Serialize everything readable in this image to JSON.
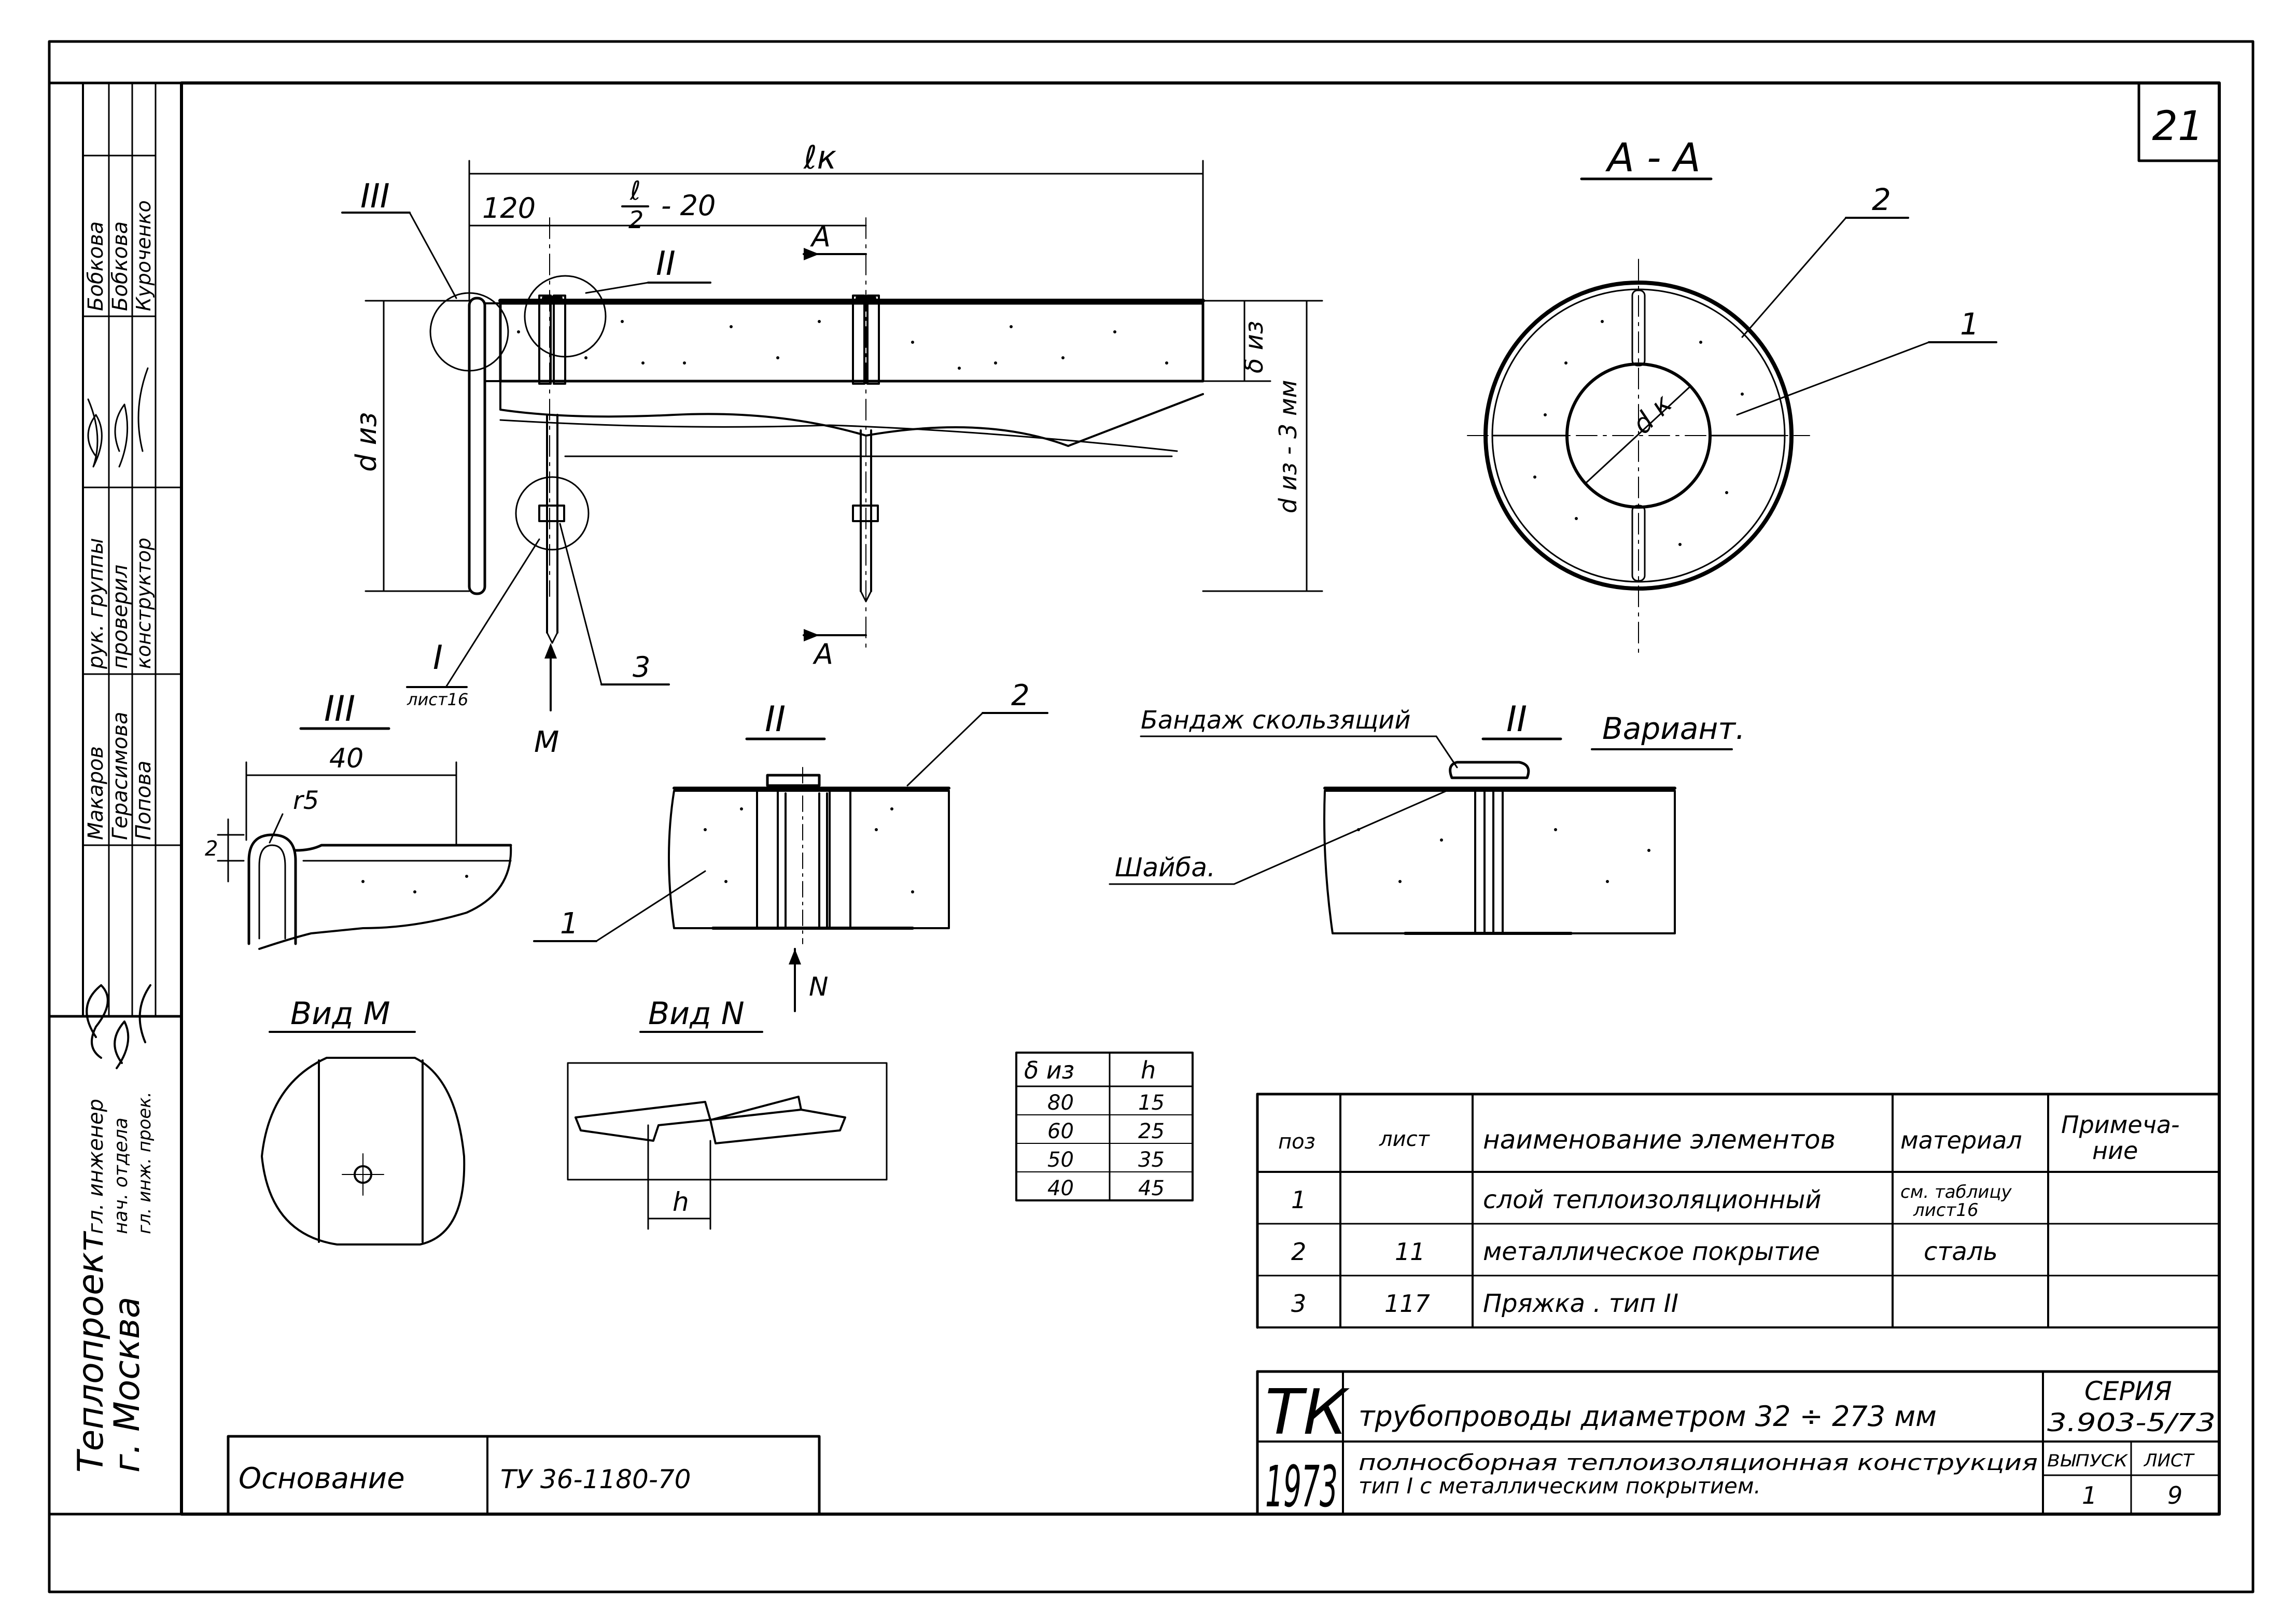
{
  "page_number": "21",
  "main_view": {
    "dim_total": "ℓк",
    "dim_120": "120",
    "dim_half_num": "ℓ",
    "dim_half_den": "2",
    "dim_half_tail": "- 20",
    "section_mark": "A",
    "dim_diz": "d из",
    "dim_delta": "δ из",
    "dim_diz3": "d из - 3 мм",
    "callout_III": "III",
    "callout_II": "II",
    "callout_I": "I",
    "callout_I_note": "лист16",
    "callout_3": "3",
    "view_arrow_M": "М"
  },
  "section_AA": {
    "title": "А - А",
    "pos1": "1",
    "pos2": "2",
    "dk": "d к"
  },
  "detail_III": {
    "title": "III",
    "dim_40": "40",
    "dim_r5": "r5",
    "dim_2": "2"
  },
  "detail_II": {
    "title": "II",
    "pos1": "1",
    "pos2": "2",
    "view_arrow_N": "N"
  },
  "detail_II_variant": {
    "title": "II",
    "variant_label": "Вариант.",
    "band_label": "Бандаж скользящий",
    "washer_label": "Шайба."
  },
  "view_M": {
    "title": "Вид М"
  },
  "view_N": {
    "title": "Вид N",
    "dim_h": "h"
  },
  "h_table": {
    "headers": [
      "δ из",
      "h"
    ],
    "rows": [
      [
        "80",
        "15"
      ],
      [
        "60",
        "25"
      ],
      [
        "50",
        "35"
      ],
      [
        "40",
        "45"
      ]
    ]
  },
  "spec_table": {
    "headers": {
      "pos": "поз",
      "sheet": "лист",
      "name": "наименование элементов",
      "material": "материал",
      "note_line1": "Примеча-",
      "note_line2": "ние"
    },
    "rows": [
      {
        "pos": "1",
        "sheet": "",
        "name": "слой теплоизоляционный",
        "material_line1": "см. таблицу",
        "material_line2": "лист16",
        "note": ""
      },
      {
        "pos": "2",
        "sheet": "11",
        "name": "металлическое покрытие",
        "material_line1": "сталь",
        "material_line2": "",
        "note": ""
      },
      {
        "pos": "3",
        "sheet": "117",
        "name": "Пряжка . тип II",
        "material_line1": "",
        "material_line2": "",
        "note": ""
      }
    ]
  },
  "title_block": {
    "tk": "ТК",
    "year": "1973",
    "title_line1": "трубопроводы диаметром 32 ÷ 273 мм",
    "title_line2": "полносборная теплоизоляционная конструкция",
    "title_line3": "тип I с металлическим покрытием.",
    "series_label": "СЕРИЯ",
    "series_value": "3.903-5/73",
    "issue_label": "ВЫПУСК",
    "issue_value": "1",
    "sheet_label": "ЛИСТ",
    "sheet_value": "9"
  },
  "basis": {
    "label": "Основание",
    "value": "ТУ 36-1180-70"
  },
  "org": {
    "line1": "Теплопроект",
    "line2": "г. Москва"
  },
  "signatures": {
    "roles": [
      "гл. инженер",
      "нач. отдела",
      "гл. инж. проек.",
      "Макаров",
      "Герасимова",
      "Попова",
      "рук. группы",
      "проверил",
      "конструктор",
      "Бобкова",
      "Бобкова",
      "Куроченко"
    ]
  }
}
